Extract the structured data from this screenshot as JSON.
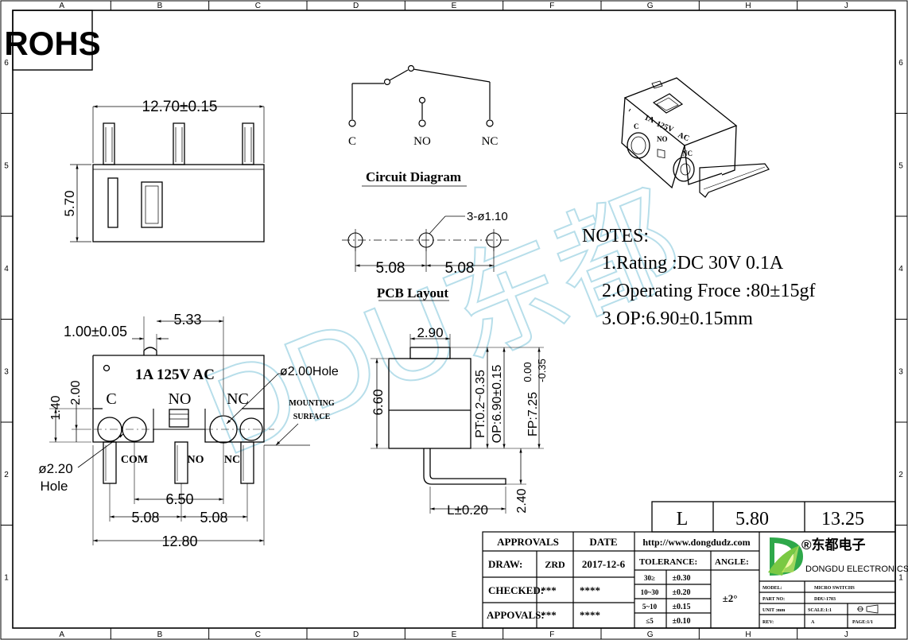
{
  "border": {
    "columns": [
      "A",
      "B",
      "C",
      "D",
      "E",
      "F",
      "G",
      "H",
      "J"
    ],
    "rows": [
      "6",
      "5",
      "4",
      "3",
      "2",
      "1"
    ]
  },
  "rohs": "ROHS",
  "watermark": "DDU东都",
  "top_view": {
    "width_dim": "12.70±0.15",
    "height_dim": "5.70"
  },
  "circuit": {
    "title": "Circuit Diagram",
    "labels": [
      "C",
      "NO",
      "NC"
    ]
  },
  "pcb": {
    "title": "PCB Layout",
    "hole_label": "3-ø1.10",
    "spacing": [
      "5.08",
      "5.08"
    ]
  },
  "notes": {
    "heading": "NOTES:",
    "items": [
      "1.Rating :DC 30V 0.1A",
      "2.Operating Froce :80±15gf",
      "3.OP:6.90±0.15mm"
    ]
  },
  "front_view": {
    "actuator_width": "1.00±0.05",
    "actuator_offset": "5.33",
    "marking": "1A  125V  AC",
    "hole_label": "ø2.00Hole",
    "left_hole": "ø2.20",
    "left_hole_word": "Hole",
    "dim_140": "1.40",
    "dim_200": "2.00",
    "terms_top": [
      "C",
      "NO",
      "NC"
    ],
    "terms_bottom": [
      "COM",
      "NO",
      "NC"
    ],
    "mounting": [
      "MOUNTING",
      "SURFACE"
    ],
    "dim_650": "6.50",
    "dim_508_a": "5.08",
    "dim_508_b": "5.08",
    "dim_1280": "12.80"
  },
  "side_view": {
    "top": "2.90",
    "height": "6.60",
    "pt": "PT:0.2~0.35",
    "op": "OP:6.90±0.15",
    "fp": "FP:7.25",
    "fp_tol_top": "0.00",
    "fp_tol_bot": "-0.35",
    "dim_240": "2.40",
    "l_dim": "L±0.20"
  },
  "l_table": {
    "head": "L",
    "v1": "5.80",
    "v2": "13.25"
  },
  "title_block": {
    "approvals": "APPROVALS",
    "date": "DATE",
    "url": "http://www.dongdudz.com",
    "draw": "DRAW:",
    "draw_by": "ZRD",
    "draw_date": "2017-12-6",
    "checked": "CHECKED:",
    "checked_by": "***",
    "checked_date": "****",
    "appovals": "APPOVALS:",
    "appovals_by": "***",
    "appovals_date": "****",
    "tolerance": "TOLERANCE:",
    "angle": "ANGLE:",
    "angle_val": "±2°",
    "tol_rows": [
      [
        "30≥",
        "±0.30"
      ],
      [
        "10~30",
        "±0.20"
      ],
      [
        "5~10",
        "±0.15"
      ],
      [
        "≤5",
        "±0.10"
      ]
    ],
    "brand_cn": "®东都电子",
    "brand_en": "DONGDU ELECTRONICS",
    "model_l": "MODEL:",
    "model_v": "MICRO SWITCHS",
    "part_l": "PART NO:",
    "part_v": "DDU-1703",
    "unit_l": "UNIT :mm",
    "scale_l": "SCALE:1:1",
    "rev_l": "REV:",
    "rev_v": "A",
    "page_l": "PAGE:1/1"
  },
  "iso": {
    "marks": [
      "1A",
      "125V",
      "AC",
      "C",
      "NO",
      "NC"
    ]
  }
}
